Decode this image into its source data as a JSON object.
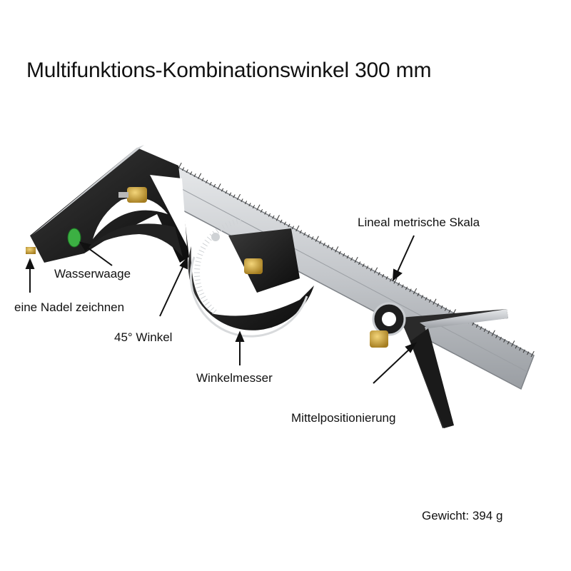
{
  "title": "Multifunktions-Kombinationswinkel 300 mm",
  "labels": {
    "ruler_scale": "Lineal metrische Skala",
    "spirit_level": "Wasserwaage",
    "scriber": "eine Nadel zeichnen",
    "angle_45": "45° Winkel",
    "protractor": "Winkelmesser",
    "center_finder": "Mittelpositionierung"
  },
  "weight": "Gewicht: 394 g",
  "colors": {
    "steel": "#c9ccd0",
    "steel_dark": "#8d9196",
    "body_black": "#1a1a1a",
    "brass": "#c9a33a",
    "level_green": "#3cb043"
  }
}
